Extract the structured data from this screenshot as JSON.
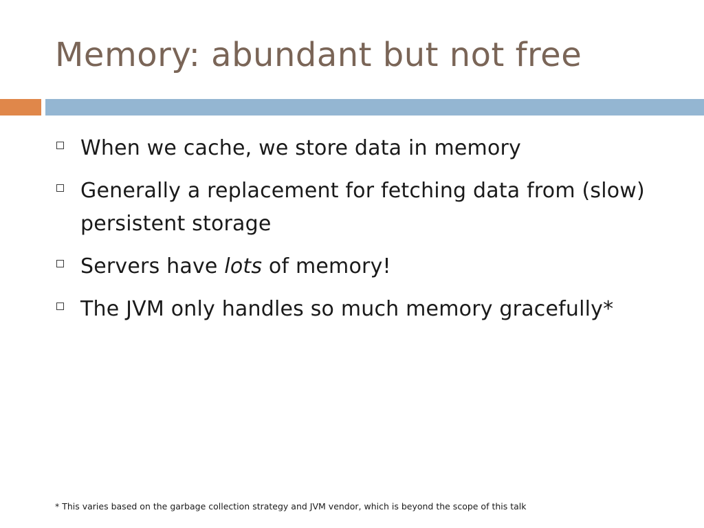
{
  "slide": {
    "title": "Memory: abundant but not free",
    "bullets": [
      {
        "text": "When we cache, we store data in memory"
      },
      {
        "text": "Generally a replacement for fetching data from (slow) persistent storage"
      },
      {
        "before": "Servers have ",
        "emphasis": "lots",
        "after": " of memory!"
      },
      {
        "text": "The JVM only handles so much memory gracefully*"
      }
    ],
    "footnote": "* This varies based on the garbage collection strategy and JVM vendor, which is beyond the scope of this talk",
    "colors": {
      "title": "#7a6557",
      "accent_orange": "#e0874a",
      "accent_blue": "#94b6d2"
    },
    "bullet_icon": "hollow-square-icon"
  }
}
